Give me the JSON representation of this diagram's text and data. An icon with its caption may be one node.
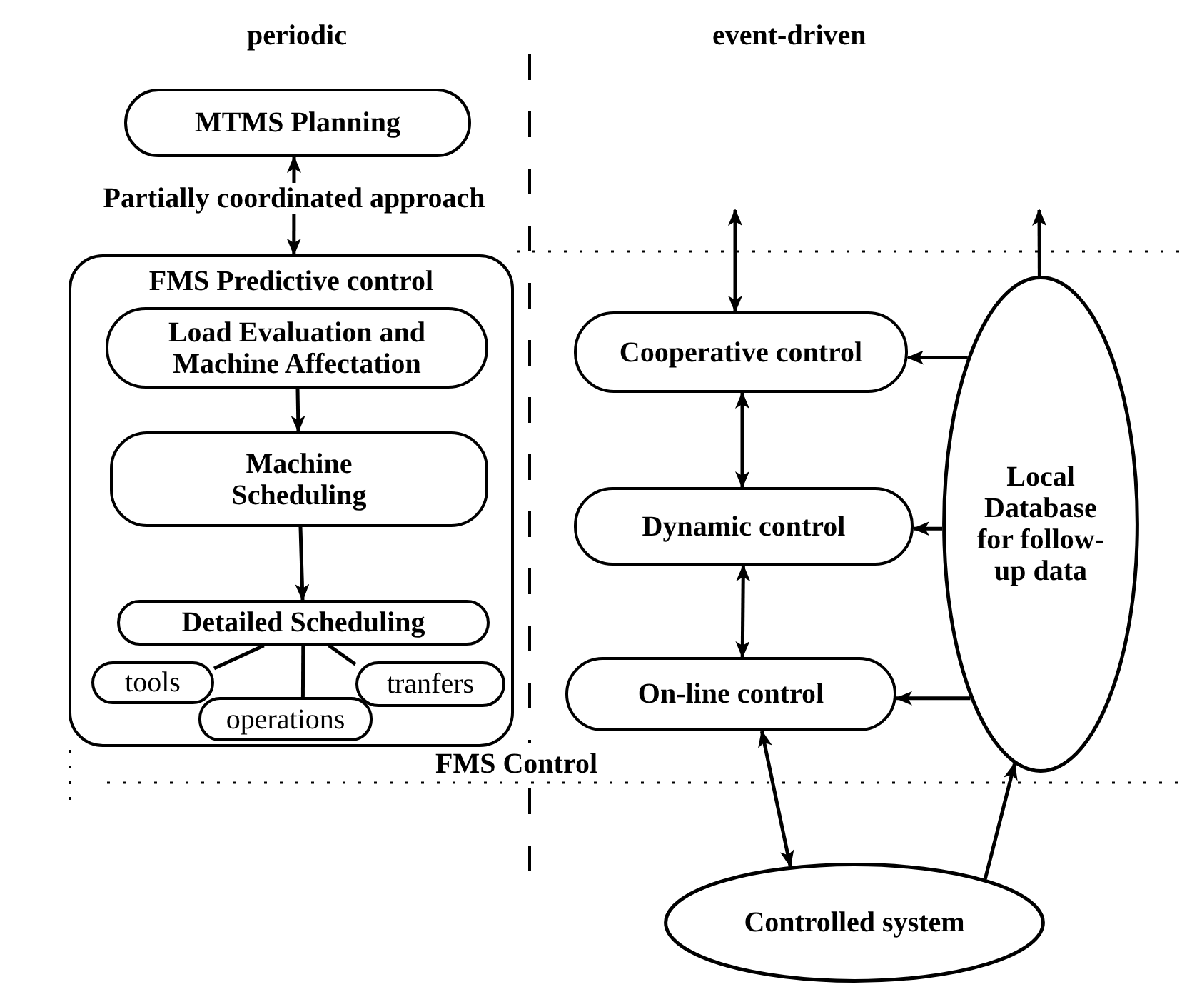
{
  "diagram": {
    "nodes": [
      {
        "text": [
          "MTMS Planning"
        ]
      },
      {
        "text": [
          "FMS Predictive control"
        ]
      },
      {
        "text": [
          "Load Evaluation and Machine Affectation"
        ],
        "in": 1
      },
      {
        "text": [
          "Machine Scheduling"
        ],
        "in": 1
      },
      {
        "text": [
          "Detailed Scheduling"
        ],
        "in": 1
      },
      {
        "text": [
          "tools"
        ],
        "in": 1
      },
      {
        "text": [
          "operations"
        ],
        "in": 1
      },
      {
        "text": [
          "tranfers"
        ],
        "in": 1
      },
      {
        "text": [
          "Cooperative control"
        ]
      },
      {
        "text": [
          "Dynamic control"
        ]
      },
      {
        "text": [
          "On-line control"
        ]
      },
      {
        "text": [
          "Local Database for follow-up data"
        ]
      },
      {
        "text": [
          "Controlled system"
        ]
      }
    ],
    "edges": [
      {
        "from": 0,
        "to": 1,
        "arrow": "both",
        "label": "Partially coordinated approach"
      },
      {
        "from": 2,
        "to": 3,
        "arrow": "to"
      },
      {
        "from": 3,
        "to": 4,
        "arrow": "to"
      },
      {
        "from": 4,
        "to": 5,
        "arrow": "none"
      },
      {
        "from": 4,
        "to": 6,
        "arrow": "none"
      },
      {
        "from": 4,
        "to": 7,
        "arrow": "none"
      },
      {
        "from": null,
        "to": 8,
        "arrow": "both"
      },
      {
        "from": 8,
        "to": 9,
        "arrow": "both"
      },
      {
        "from": 9,
        "to": 10,
        "arrow": "both"
      },
      {
        "from": 10,
        "to": 12,
        "arrow": "both"
      },
      {
        "from": 12,
        "to": 11,
        "arrow": "to"
      },
      {
        "from": 11,
        "to": null,
        "arrow": "to"
      },
      {
        "from": 11,
        "to": 8,
        "arrow": "to"
      },
      {
        "from": 11,
        "to": 9,
        "arrow": "to"
      },
      {
        "from": 11,
        "to": 10,
        "arrow": "to"
      }
    ],
    "labels": [
      "periodic",
      "event-driven",
      "FMS Control"
    ]
  }
}
